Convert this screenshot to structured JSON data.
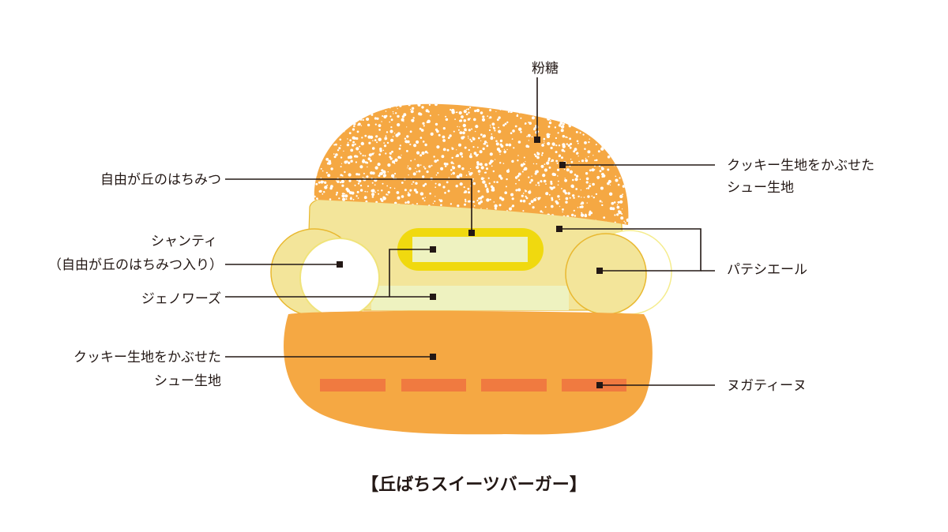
{
  "caption": "【丘ばちスイーツバーガー】",
  "labels": {
    "powdered_sugar": "粉糖",
    "top_choux": [
      "クッキー生地をかぶせた",
      "シュー生地"
    ],
    "honey": "自由が丘のはちみつ",
    "chantilly": [
      "シャンティ",
      "（自由が丘のはちみつ入り）"
    ],
    "genoise": "ジェノワーズ",
    "bottom_choux": [
      "クッキー生地をかぶせた",
      "シュー生地"
    ],
    "patissiere": "パテシエール",
    "nougatine": "ヌガティーヌ"
  },
  "colors": {
    "choux": "#f5a843",
    "cream": "#f3e59a",
    "genoise": "#eef2c0",
    "honey": "#f0d90f",
    "nougatine": "#f07a40",
    "outline": "#e9b830",
    "line": "#231815"
  }
}
